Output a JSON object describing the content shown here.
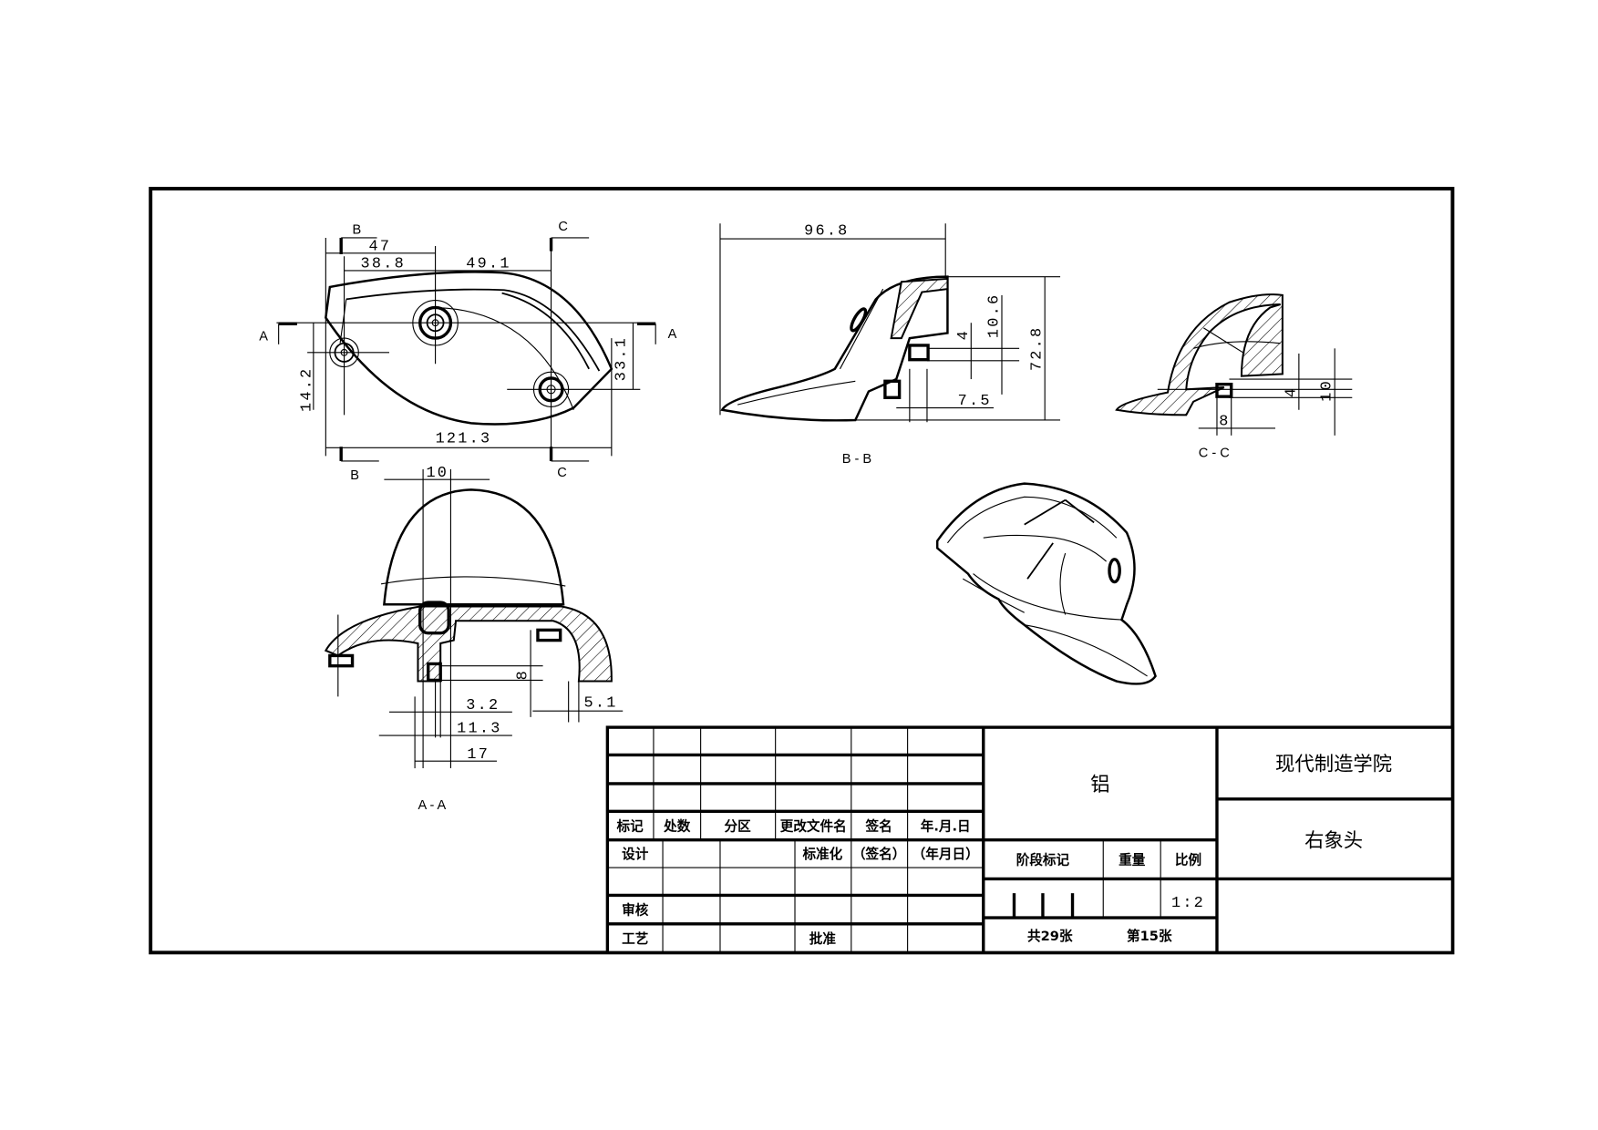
{
  "drawing": {
    "views": {
      "top": {
        "section_marks": [
          "B",
          "C",
          "A",
          "A",
          "B",
          "C"
        ],
        "dims": [
          "47",
          "38.8",
          "49.1",
          "14.2",
          "33.1",
          "121.3"
        ]
      },
      "section_bb": {
        "title": "B - B",
        "dims": [
          "96.8",
          "10.6",
          "4",
          "72.8",
          "7.5"
        ]
      },
      "section_cc": {
        "title": "C - C",
        "dims": [
          "4",
          "10",
          "8"
        ]
      },
      "section_aa": {
        "title": "A - A",
        "dims": [
          "10",
          "8",
          "3.2",
          "11.3",
          "17",
          "5.1"
        ]
      }
    }
  },
  "title_block": {
    "revision_headers": [
      "标记",
      "处数",
      "分区",
      "更改文件名",
      "签名",
      "年.月.日"
    ],
    "design": "设计",
    "standardization": "标准化",
    "signature": "（签名）",
    "date": "（年月日）",
    "review": "审核",
    "process": "工艺",
    "approve": "批准",
    "material": "铝",
    "stage_mark": "阶段标记",
    "weight": "重量",
    "scale_label": "比例",
    "scale": "1:2",
    "total_sheets": "共29张",
    "sheet_no": "第15张",
    "organization": "现代制造学院",
    "part_name": "右象头"
  }
}
